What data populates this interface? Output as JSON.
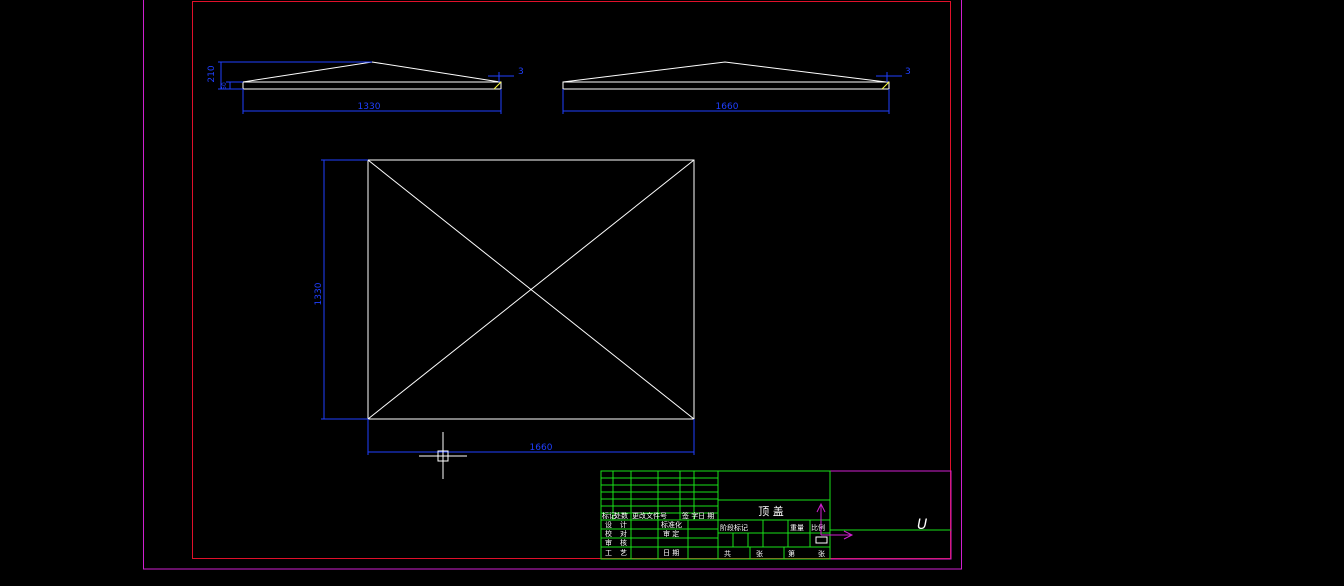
{
  "drawing": {
    "colors": {
      "background": "#000000",
      "outer_frame": "#d01fd0",
      "inner_frame": "#e0102a",
      "geometry": "#ffffff",
      "dimension": "#1f3fff",
      "titleblock_grid": "#18e018",
      "ucs": "#d01fd0",
      "cursor": "#ffffff"
    },
    "elevation_1": {
      "dim_width": "1330",
      "dim_height_total": "210",
      "dim_height_edge": "50",
      "dim_thickness": "3"
    },
    "elevation_2": {
      "dim_width": "1660",
      "dim_thickness": "3"
    },
    "plan": {
      "dim_width": "1660",
      "dim_height": "1330"
    },
    "title_block": {
      "part_name": "顶 盖",
      "revision_headers": [
        "标记",
        "处数",
        "更改文件号",
        "签 字",
        "日 期"
      ],
      "left_rows": [
        [
          "设",
          "计",
          "标准化"
        ],
        [
          "校",
          "对",
          "审 定"
        ],
        [
          "审",
          "核",
          ""
        ],
        [
          "工",
          "艺",
          "日 期"
        ]
      ],
      "mid_headers": [
        "阶段标记",
        "重量",
        "比例"
      ],
      "sheet_info": [
        "共",
        "张",
        "第",
        "张"
      ]
    },
    "ucs_label": "U"
  }
}
